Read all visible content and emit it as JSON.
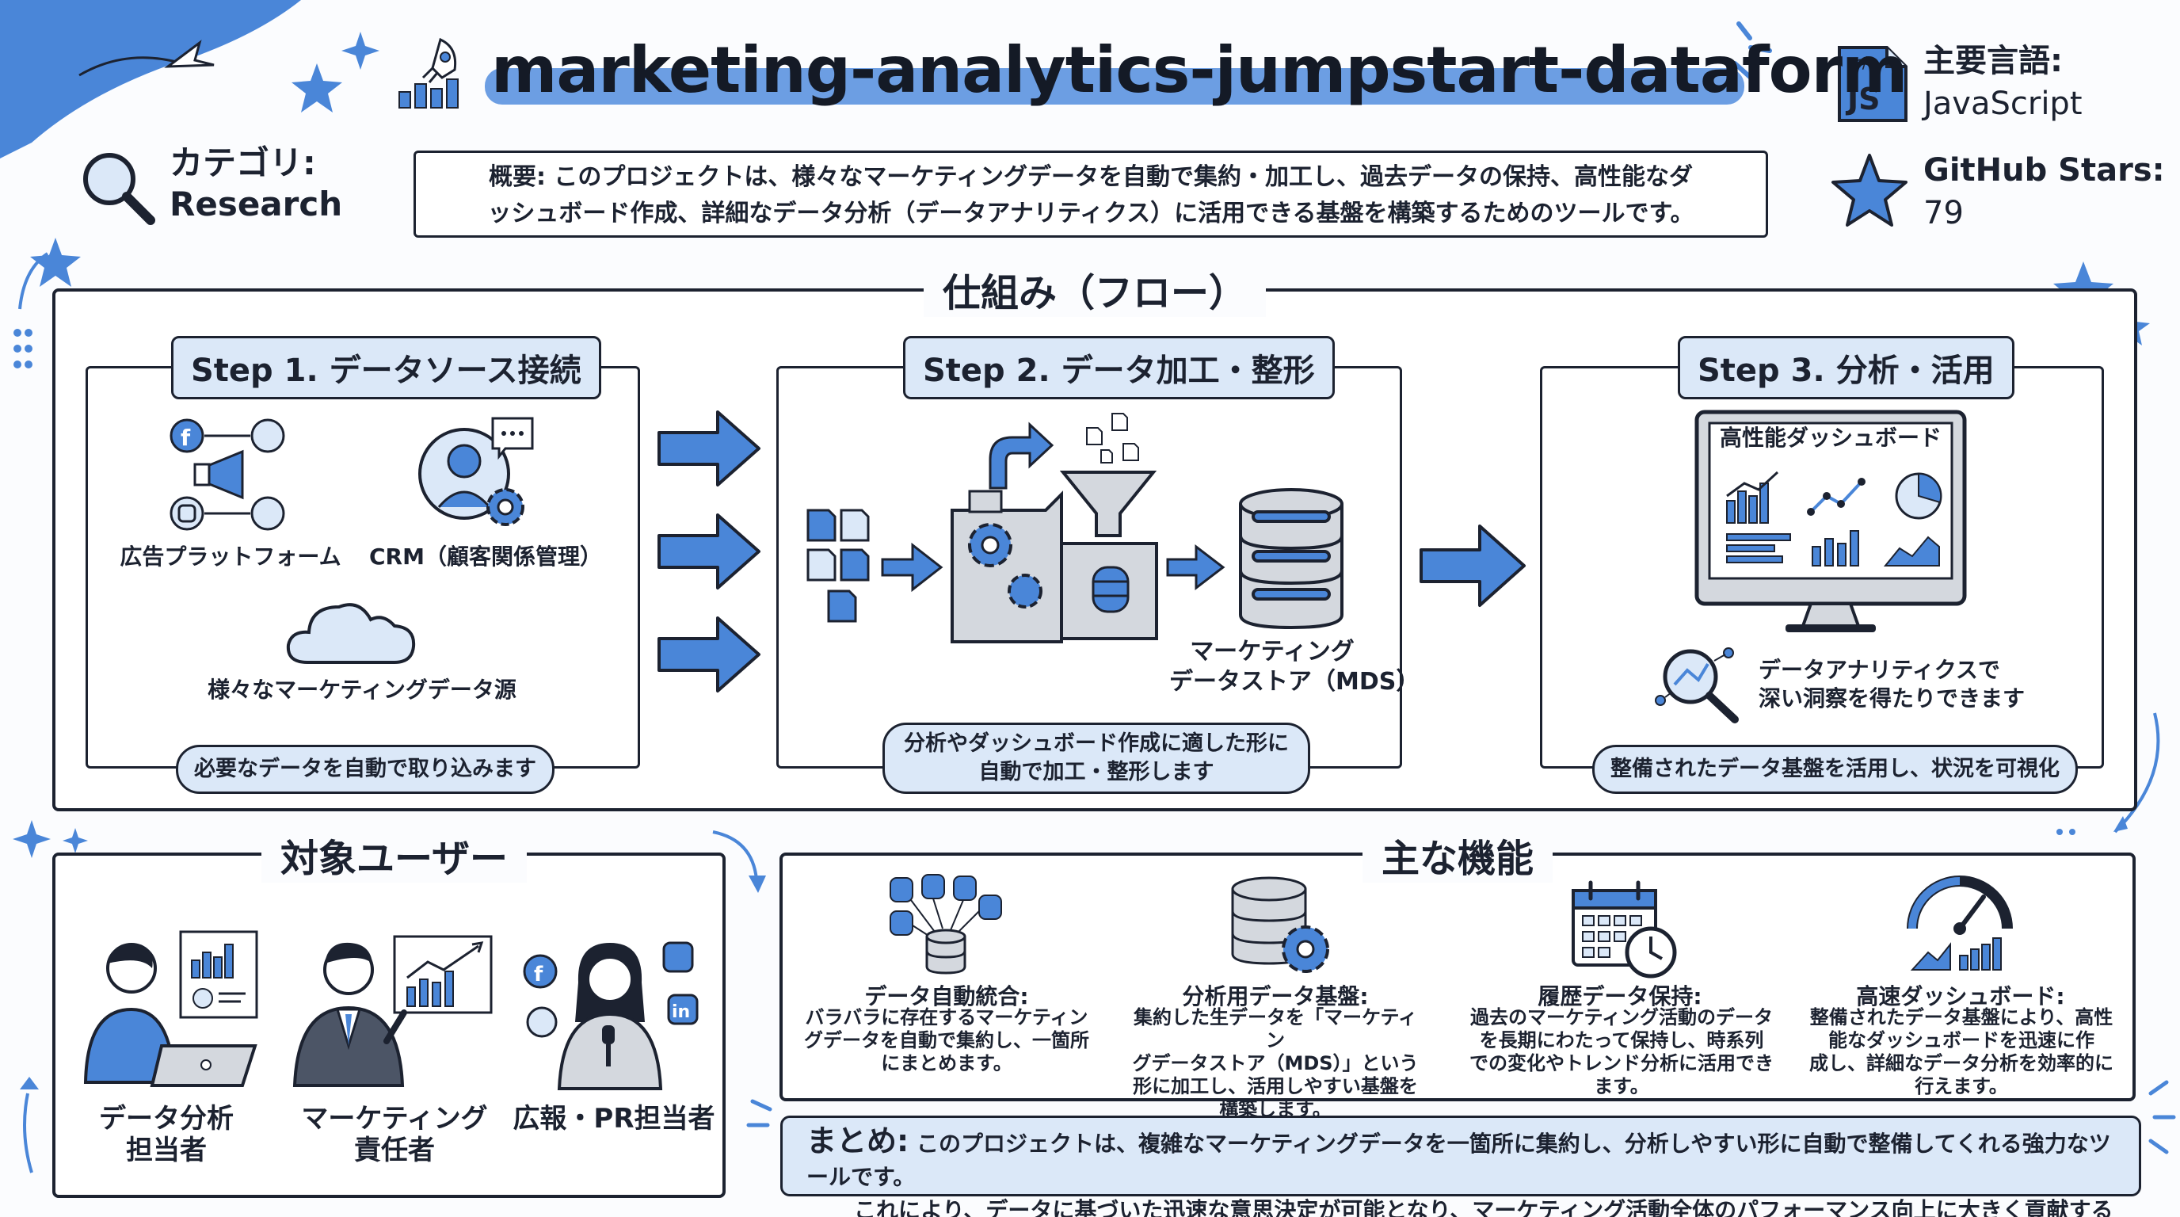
{
  "header": {
    "title": "marketing-analytics-jumpstart-dataform",
    "category_label": "カテゴリ:",
    "category_value": "Research",
    "language_label": "主要言語:",
    "language_value": "JavaScript",
    "language_badge": "JS",
    "stars_label": "GitHub Stars:",
    "stars_value": "79",
    "overview_line1": "概要: このプロジェクトは、様々なマーケティングデータを自動で集約・加工し、過去データの保持、高性能なダ",
    "overview_line2": "ッシュボード作成、詳細なデータ分析（データアナリティクス）に活用できる基盤を構築するためのツールです。"
  },
  "flow": {
    "title": "仕組み（フロー）",
    "step1": {
      "tab": "Step 1. データソース接続",
      "ad_platform": "広告プラットフォーム",
      "crm": "CRM（顧客関係管理）",
      "sources": "様々なマーケティングデータ源",
      "pill": "必要なデータを自動で取り込みます"
    },
    "step2": {
      "tab": "Step 2. データ加工・整形",
      "mds_line1": "マーケティング",
      "mds_line2": "データストア（MDS）",
      "pill_line1": "分析やダッシュボード作成に適した形に",
      "pill_line2": "自動で加工・整形します"
    },
    "step3": {
      "tab": "Step 3. 分析・活用",
      "dashboard": "高性能ダッシュボード",
      "analytics_line1": "データアナリティクスで",
      "analytics_line2": "深い洞察を得たりできます",
      "pill": "整備されたデータ基盤を活用し、状況を可視化"
    }
  },
  "users": {
    "title": "対象ユーザー",
    "items": [
      {
        "line1": "データ分析",
        "line2": "担当者"
      },
      {
        "line1": "マーケティング",
        "line2": "責任者"
      },
      {
        "line1": "広報・PR担当者",
        "line2": ""
      }
    ]
  },
  "features": {
    "title": "主な機能",
    "items": [
      {
        "title": "データ自動統合:",
        "lines": [
          "バラバラに存在するマーケティン",
          "グデータを自動で集約し、一箇所",
          "にまとめます。"
        ]
      },
      {
        "title": "分析用データ基盤:",
        "lines": [
          "集約した生データを「マーケティン",
          "グデータストア（MDS）」という",
          "形に加工し、活用しやすい基盤を",
          "構築します。"
        ]
      },
      {
        "title": "履歴データ保持:",
        "lines": [
          "過去のマーケティング活動のデータ",
          "を長期にわたって保持し、時系列",
          "での変化やトレンド分析に活用でき",
          "ます。"
        ]
      },
      {
        "title": "高速ダッシュボード:",
        "lines": [
          "整備されたデータ基盤により、高性",
          "能なダッシュボードを迅速に作",
          "成し、詳細なデータ分析を効率的に",
          "行えます。"
        ]
      }
    ]
  },
  "summary": {
    "key": "まとめ:",
    "line1": "このプロジェクトは、複雑なマーケティングデータを一箇所に集約し、分析しやすい形に自動で整備してくれる強力なツールです。",
    "line2": "これにより、データに基づいた迅速な意思決定が可能となり、マーケティング活動全体のパフォーマンス向上に大きく貢献するでしょう。"
  },
  "colors": {
    "accent": "#4a86d8",
    "light": "#dbe8f8",
    "ink": "#1c2230"
  }
}
